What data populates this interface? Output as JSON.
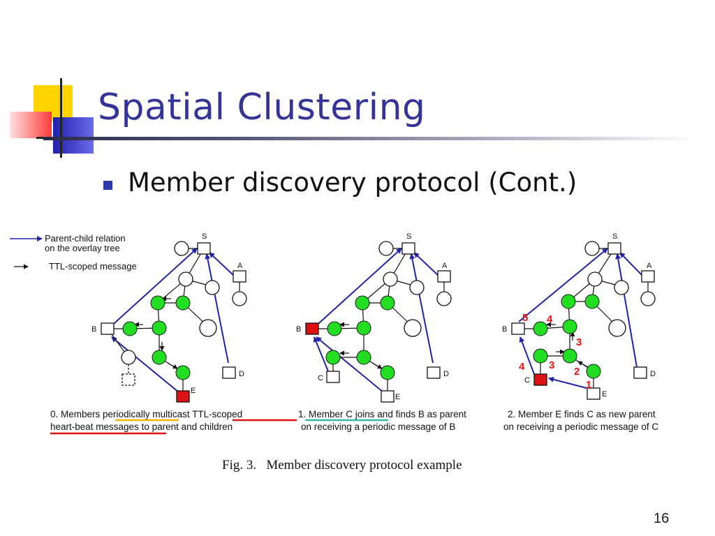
{
  "slide": {
    "title": "Spatial Clustering",
    "bullet": "Member discovery protocol (Cont.)",
    "page_number": "16"
  },
  "legend": {
    "parent_child_line1": "Parent-child relation",
    "parent_child_line2": "on the overlay tree",
    "ttl": "TTL-scoped message"
  },
  "node_labels": {
    "s": "S",
    "a": "A",
    "b": "B",
    "c": "C",
    "d": "D",
    "e": "E"
  },
  "captions": {
    "p0_line1_a": "0. Members ",
    "p0_line1_b": "periodically",
    "p0_line1_c": " multicast ",
    "p0_line1_d": "TTL-scoped",
    "p0_line2_a": "heart-beat messages",
    "p0_line2_b": " to parent and children",
    "p1_line1_a": "1. ",
    "p1_line1_b": "Member C joins",
    "p1_line1_c": " and finds B as parent",
    "p1_line2": "on receiving a periodic message of B",
    "p2_line1": "2. Member E finds C as new parent",
    "p2_line2": "on receiving a periodic message of C"
  },
  "steps": [
    "5",
    "4",
    "3",
    "4",
    "3",
    "2",
    "1"
  ],
  "figure_caption": "Fig. 3.   Member discovery protocol example",
  "colors": {
    "title": "#33339a",
    "member_green": "#22dd22",
    "highlight_red": "#dd1111",
    "tree_blue": "#2222aa",
    "underline_yellow": "#f2b400",
    "underline_red": "#dd1111",
    "underline_teal": "#33bbaa"
  }
}
